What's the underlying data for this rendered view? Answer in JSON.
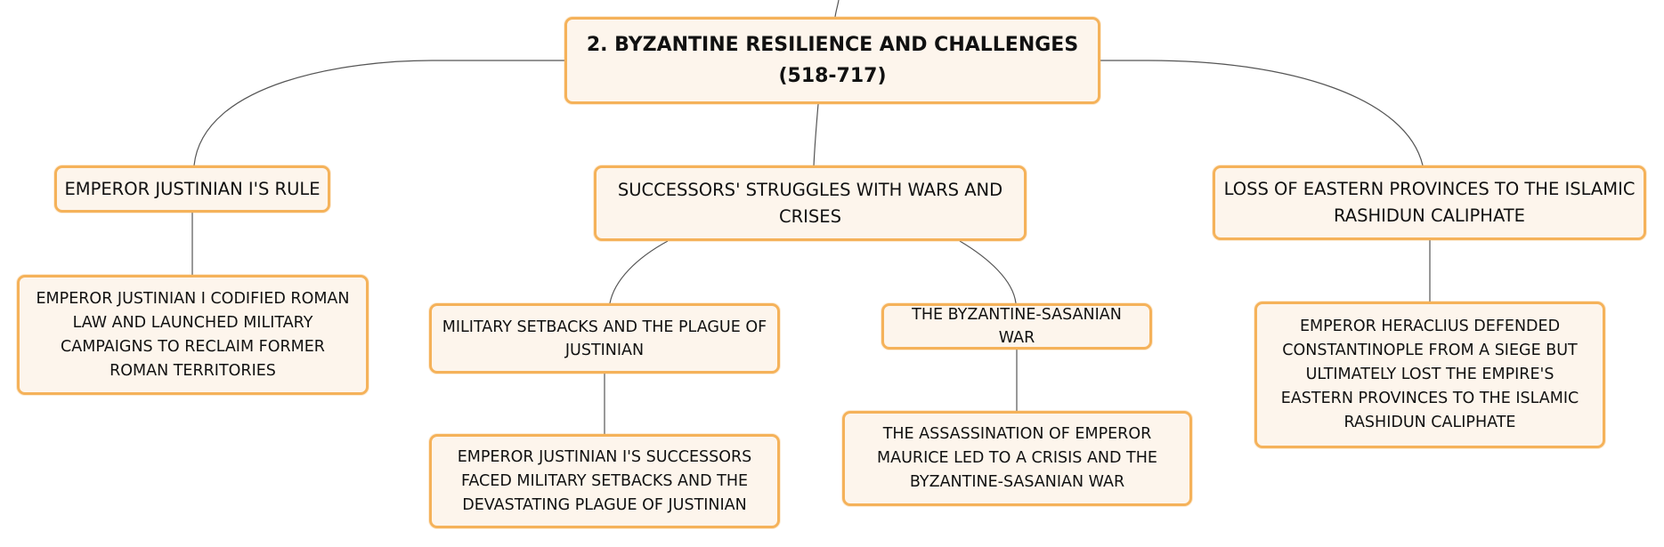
{
  "colors": {
    "node_fill": "#fdf5ec",
    "node_border": "#f5b25a",
    "connector": "#555555",
    "text": "#111111"
  },
  "root": {
    "label": "2. BYZANTINE RESILIENCE AND CHALLENGES (518-717)"
  },
  "branches": [
    {
      "label": "EMPEROR JUSTINIAN I'S RULE",
      "children": [
        {
          "label": "EMPEROR JUSTINIAN I CODIFIED ROMAN LAW AND LAUNCHED MILITARY CAMPAIGNS TO RECLAIM FORMER ROMAN TERRITORIES"
        }
      ]
    },
    {
      "label": "SUCCESSORS' STRUGGLES WITH WARS AND CRISES",
      "children": [
        {
          "label": "MILITARY SETBACKS AND THE PLAGUE OF JUSTINIAN",
          "children": [
            {
              "label": "EMPEROR JUSTINIAN I'S SUCCESSORS FACED MILITARY SETBACKS AND THE DEVASTATING PLAGUE OF JUSTINIAN"
            }
          ]
        },
        {
          "label": "THE BYZANTINE-SASANIAN WAR",
          "children": [
            {
              "label": "THE ASSASSINATION OF EMPEROR MAURICE LED TO A CRISIS AND THE BYZANTINE-SASANIAN WAR"
            }
          ]
        }
      ]
    },
    {
      "label": "LOSS OF EASTERN PROVINCES TO THE ISLAMIC RASHIDUN CALIPHATE",
      "children": [
        {
          "label": "EMPEROR HERACLIUS DEFENDED CONSTANTINOPLE FROM A SIEGE BUT ULTIMATELY LOST THE EMPIRE'S EASTERN PROVINCES TO THE ISLAMIC RASHIDUN CALIPHATE"
        }
      ]
    }
  ]
}
